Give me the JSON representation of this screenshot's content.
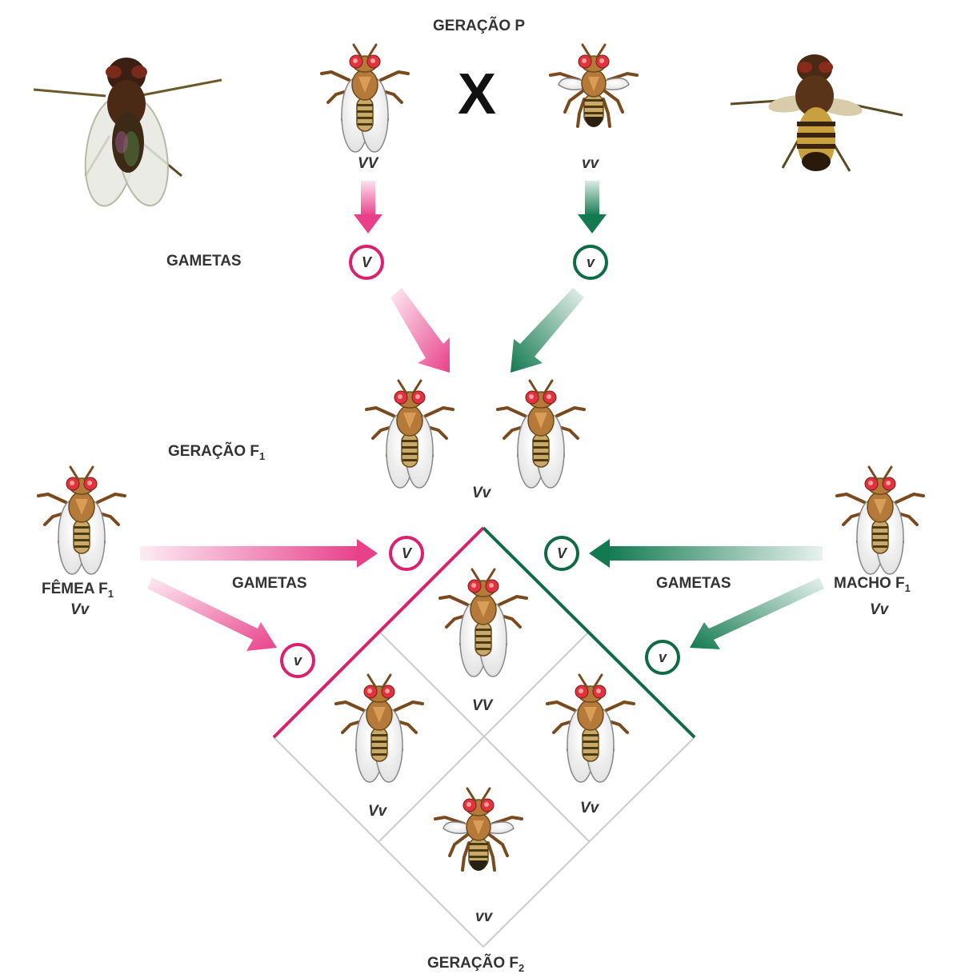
{
  "labels": {
    "gen_p": "GERAÇÃO P",
    "gametes": "GAMETAS",
    "gen_f1": "GERAÇÃO F",
    "gen_f1_sub": "1",
    "female_f1": "FÊMEA F",
    "female_f1_sub": "1",
    "male_f1": "MACHO F",
    "male_f1_sub": "1",
    "gen_f2": "GERAÇÃO F",
    "gen_f2_sub": "2",
    "cross": "X"
  },
  "genotypes": {
    "p_female": "VV",
    "p_male": "vv",
    "f1": "Vv",
    "female_f1": "Vv",
    "male_f1": "Vv",
    "f2_top": "VV",
    "f2_left": "Vv",
    "f2_right": "Vv",
    "f2_bottom": "vv"
  },
  "gametes": {
    "p_female": "V",
    "p_male": "v",
    "female_dominant": "V",
    "female_recessive": "v",
    "male_dominant": "V",
    "male_recessive": "v"
  },
  "colors": {
    "female": "#d9216d",
    "male": "#0f6b45",
    "grid": "#cccccc"
  }
}
